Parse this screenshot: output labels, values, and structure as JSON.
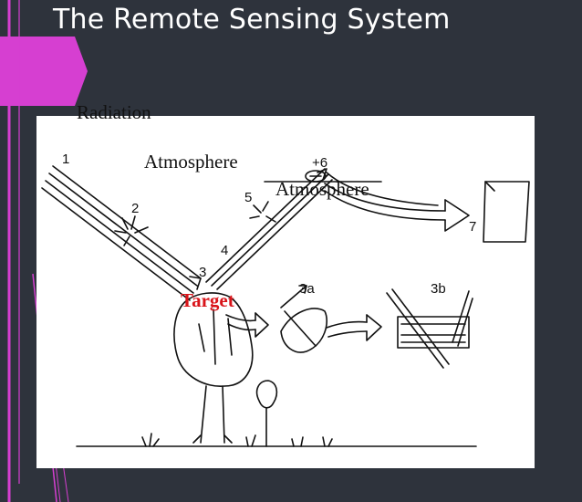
{
  "slide": {
    "title": "The Remote Sensing System",
    "accent_color": "#d63fd1",
    "background_color": "#2e333c"
  },
  "diagram": {
    "labels": {
      "radiation": "Radiation",
      "atmosphere_1": "Atmosphere",
      "atmosphere_2": "Atmosphere",
      "target": "Target"
    },
    "numbers": [
      "1",
      "2",
      "3",
      "4",
      "5",
      "+6",
      "7",
      "3a",
      "3b"
    ],
    "target_color": "#d9141a"
  }
}
